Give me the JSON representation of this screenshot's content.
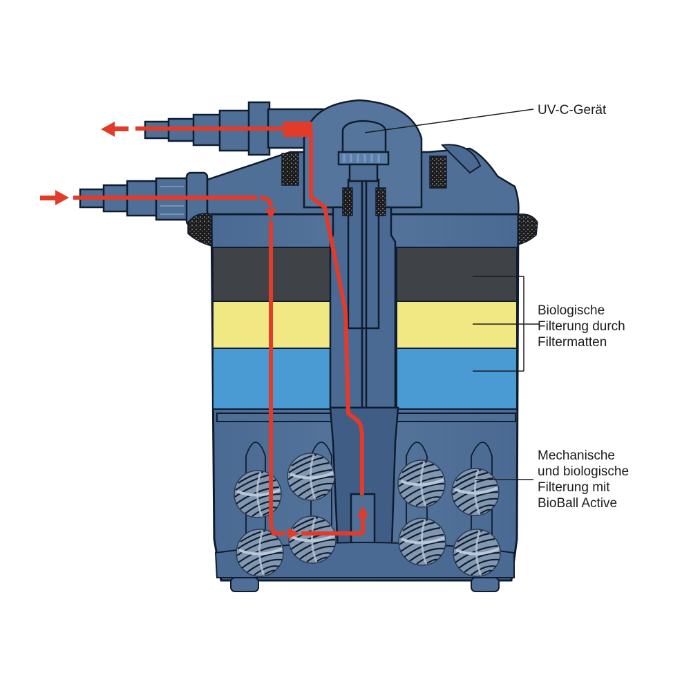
{
  "diagram": {
    "subject": "Pressure pond filter with UV-C unit (cross-section)",
    "colors": {
      "housing": "#4f6f96",
      "housing_dark": "#3d5a80",
      "outline": "#0f1c2e",
      "flow_arrow": "#e23b2a",
      "filter_black": "#3f4247",
      "filter_yellow": "#f1e884",
      "filter_blue": "#4a9bd3",
      "foam_seal": "#1c1c1c",
      "bioball": "#7f94ad"
    },
    "flow": {
      "inlet_arrow": "inlet",
      "outlet_arrow": "outlet"
    }
  },
  "labels": {
    "uvc": "UV-C-Gerät",
    "bio_filter": [
      "Biologische",
      "Filterung durch",
      "Filtermatten"
    ],
    "mech_filter": [
      "Mechanische",
      "und biologische",
      "Filterung mit",
      "BioBall Active"
    ]
  }
}
